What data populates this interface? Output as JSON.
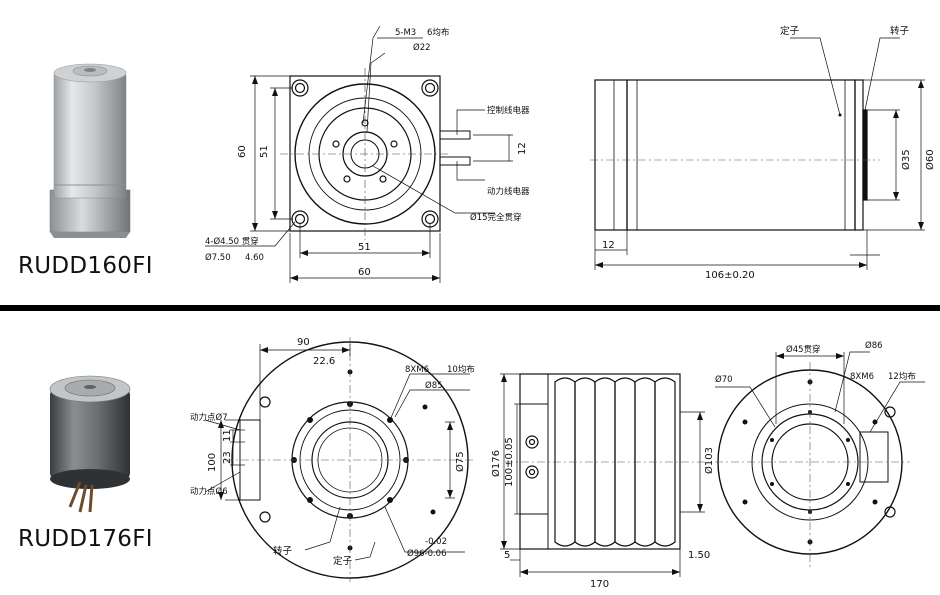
{
  "models": [
    {
      "name": "RUDD160FI",
      "front_view": {
        "callout_holes_top": "5-M3",
        "callout_holes_top_depth": "6均布",
        "callout_center_dia": "Ø22",
        "callout_mount_holes": "4-Ø4.50 贯穿",
        "callout_counterbore": "Ø7.50",
        "callout_counterbore_depth": "4.60",
        "callout_through": "Ø15完全贯穿",
        "label_control_cable": "控制线电器",
        "label_power_cable": "动力线电器",
        "dim_height_outer": "60",
        "dim_height_inner": "51",
        "dim_width_inner": "51",
        "dim_width_outer": "60",
        "dim_cable_spacing": "12"
      },
      "side_view": {
        "label_stator": "定子",
        "label_rotor": "转子",
        "dim_rotor_dia": "Ø35",
        "dim_body_dia": "Ø60",
        "dim_flange": "12",
        "dim_length": "106±0.20"
      }
    },
    {
      "name": "RUDD176FI",
      "front_view": {
        "dim_offset": "90",
        "dim_angle": "22.6",
        "callout_holes": "8XM6",
        "callout_holes_depth": "10均布",
        "callout_pcd": "Ø85",
        "label_power_pt1": "动力点Ø7",
        "label_power_pt2": "动力点Ø6",
        "dim_11": "11",
        "dim_23": "23",
        "dim_100": "100",
        "dim_bore": "Ø75",
        "label_rotor": "转子",
        "label_stator": "定子",
        "dim_tol": "-0.02",
        "dim_stator_dia": "Ø96-0.06"
      },
      "side_view": {
        "dim_outer": "Ø176",
        "dim_mount": "100±0.05",
        "dim_inner": "Ø103",
        "dim_flange": "5",
        "dim_length": "170",
        "dim_step": "1.50"
      },
      "rear_view": {
        "callout_through": "Ø45贯穿",
        "callout_dia": "Ø86",
        "callout_pcd": "Ø70",
        "callout_holes": "8XM6",
        "callout_holes_depth": "12均布"
      }
    }
  ]
}
